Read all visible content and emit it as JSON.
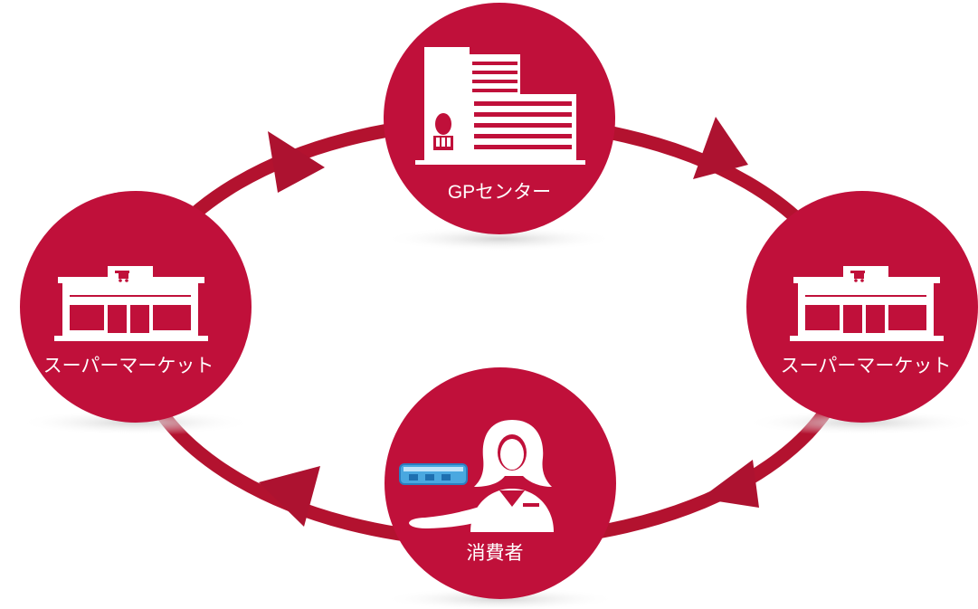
{
  "diagram": {
    "type": "cycle",
    "colors": {
      "node_fill": "#c0103a",
      "ring_stroke": "#b3122f",
      "arrow_fill": "#ad1230",
      "icon_fill": "#ffffff",
      "shadow": "#cfcfcf"
    },
    "nodes": [
      {
        "id": "gp-center",
        "label": "GPセンター",
        "icon": "office-building-icon"
      },
      {
        "id": "supermarket-right",
        "label": "スーパーマーケット",
        "icon": "supermarket-store-icon"
      },
      {
        "id": "consumer",
        "label": "消費者",
        "icon": "consumer-person-icon"
      },
      {
        "id": "supermarket-left",
        "label": "スーパーマーケット",
        "icon": "supermarket-store-icon"
      }
    ],
    "flow": [
      {
        "from": "gp-center",
        "to": "supermarket-right"
      },
      {
        "from": "supermarket-right",
        "to": "consumer"
      },
      {
        "from": "consumer",
        "to": "supermarket-left"
      },
      {
        "from": "supermarket-left",
        "to": "gp-center"
      }
    ]
  }
}
